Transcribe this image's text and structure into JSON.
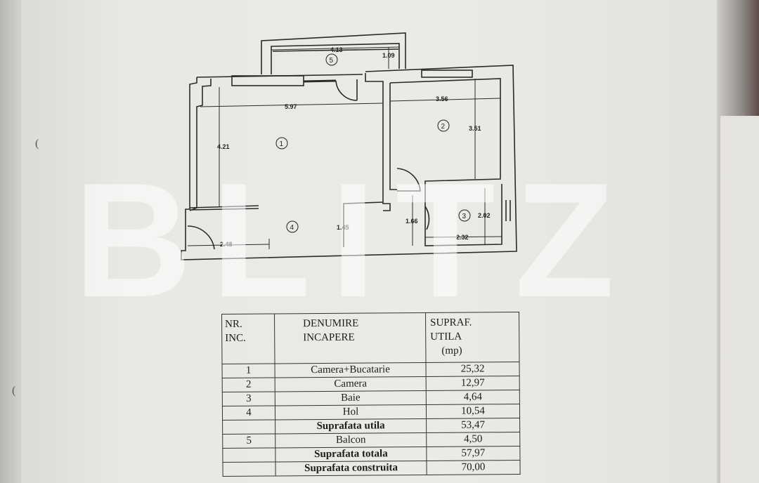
{
  "plan": {
    "dimensions": {
      "balcony_width": "4.13",
      "balcony_depth": "1.09",
      "room1_width": "5.97",
      "room1_depth": "4.21",
      "room2_width": "3.56",
      "room2_depth": "3.51",
      "hall_depth": "1.45",
      "hall_width": "2.48",
      "corridor": "1.66",
      "bath_depth": "2.02",
      "bath_width": "2.32"
    },
    "room_numbers": [
      "1",
      "2",
      "3",
      "4",
      "5"
    ]
  },
  "watermark": "BLITZ",
  "table": {
    "headers": {
      "nr": [
        "NR.",
        "INC."
      ],
      "name": [
        "DENUMIRE",
        "INCAPERE"
      ],
      "area": [
        "SUPRAF.",
        "UTILA",
        "(mp)"
      ]
    },
    "rows": [
      {
        "nr": "1",
        "name": "Camera+Bucatarie",
        "area": "25,32",
        "bold": false
      },
      {
        "nr": "2",
        "name": "Camera",
        "area": "12,97",
        "bold": false
      },
      {
        "nr": "3",
        "name": "Baie",
        "area": "4,64",
        "bold": false
      },
      {
        "nr": "4",
        "name": "Hol",
        "area": "10,54",
        "bold": false
      },
      {
        "nr": "",
        "name": "Suprafata utila",
        "area": "53,47",
        "bold": true
      },
      {
        "nr": "5",
        "name": "Balcon",
        "area": "4,50",
        "bold": false
      },
      {
        "nr": "",
        "name": "Suprafata totala",
        "area": "57,97",
        "bold": true
      },
      {
        "nr": "",
        "name": "Suprafata construita",
        "area": "70,00",
        "bold": true
      }
    ]
  }
}
